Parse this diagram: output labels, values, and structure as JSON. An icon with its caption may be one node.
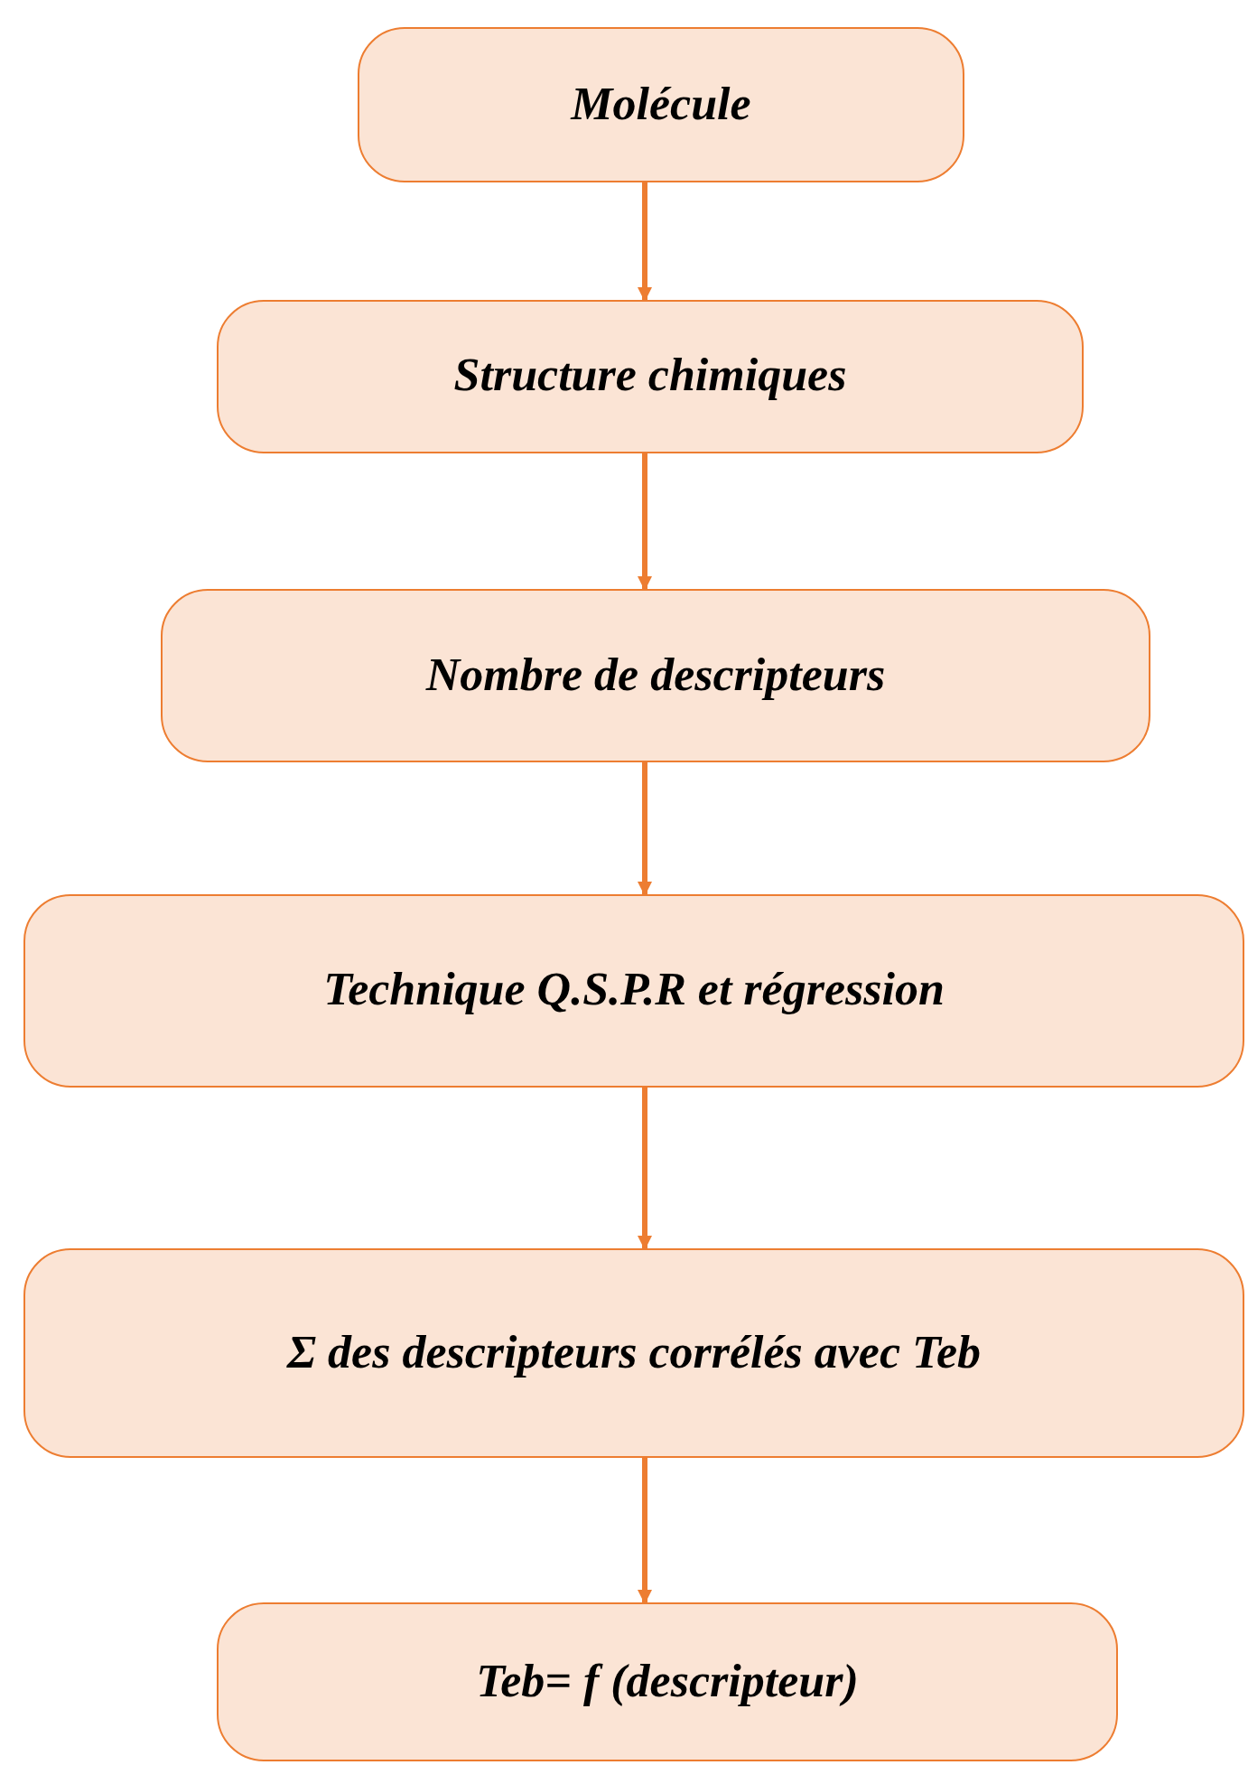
{
  "diagram": {
    "nodes": [
      {
        "text": [
          "Molécule"
        ]
      },
      {
        "text": [
          "Structure chimiques"
        ]
      },
      {
        "text": [
          "Nombre de descripteurs"
        ]
      },
      {
        "text": [
          "Technique Q.S.P.R et régression"
        ]
      },
      {
        "text": [
          "Σ des descripteurs corrélés avec Teb"
        ]
      },
      {
        "text": [
          "Teb= f (descripteur)"
        ]
      }
    ],
    "edges": [
      {
        "from": 0,
        "to": 1,
        "arrow": "to"
      },
      {
        "from": 1,
        "to": 2,
        "arrow": "to"
      },
      {
        "from": 2,
        "to": 3,
        "arrow": "to"
      },
      {
        "from": 3,
        "to": 4,
        "arrow": "to"
      },
      {
        "from": 4,
        "to": 5,
        "arrow": "to"
      }
    ]
  }
}
